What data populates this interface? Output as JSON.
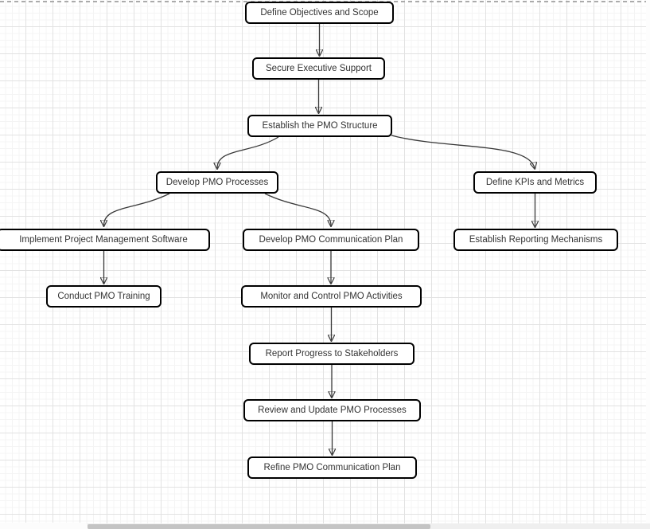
{
  "canvas": {
    "background_color": "#ffffff",
    "grid_minor_color": "#f4f4f4",
    "grid_major_color": "#e2e2e2",
    "node_fill_color": "#ffffff",
    "node_border_color": "#000000",
    "edge_color": "#383838"
  },
  "diagram": {
    "type": "flowchart",
    "nodes": [
      {
        "id": "n1",
        "label": "Define Objectives and Scope"
      },
      {
        "id": "n2",
        "label": "Secure Executive Support"
      },
      {
        "id": "n3",
        "label": "Establish the PMO Structure"
      },
      {
        "id": "n4",
        "label": "Develop PMO Processes"
      },
      {
        "id": "n5",
        "label": "Define KPIs and Metrics"
      },
      {
        "id": "n6",
        "label": "Implement Project Management Software"
      },
      {
        "id": "n7",
        "label": "Conduct PMO Training"
      },
      {
        "id": "n8",
        "label": "Develop PMO Communication Plan"
      },
      {
        "id": "n9",
        "label": "Monitor and Control PMO Activities"
      },
      {
        "id": "n10",
        "label": "Report Progress to Stakeholders"
      },
      {
        "id": "n11",
        "label": "Review and Update PMO Processes"
      },
      {
        "id": "n12",
        "label": "Refine PMO Communication Plan"
      },
      {
        "id": "n13",
        "label": "Establish Reporting Mechanisms"
      }
    ],
    "edges": [
      {
        "from": "Define Objectives and Scope",
        "to": "Secure Executive Support"
      },
      {
        "from": "Secure Executive Support",
        "to": "Establish the PMO Structure"
      },
      {
        "from": "Establish the PMO Structure",
        "to": "Develop PMO Processes"
      },
      {
        "from": "Establish the PMO Structure",
        "to": "Define KPIs and Metrics"
      },
      {
        "from": "Develop PMO Processes",
        "to": "Implement Project Management Software"
      },
      {
        "from": "Develop PMO Processes",
        "to": "Develop PMO Communication Plan"
      },
      {
        "from": "Define KPIs and Metrics",
        "to": "Establish Reporting Mechanisms"
      },
      {
        "from": "Implement Project Management Software",
        "to": "Conduct PMO Training"
      },
      {
        "from": "Develop PMO Communication Plan",
        "to": "Monitor and Control PMO Activities"
      },
      {
        "from": "Monitor and Control PMO Activities",
        "to": "Report Progress to Stakeholders"
      },
      {
        "from": "Report Progress to Stakeholders",
        "to": "Review and Update PMO Processes"
      },
      {
        "from": "Review and Update PMO Processes",
        "to": "Refine PMO Communication Plan"
      }
    ]
  }
}
